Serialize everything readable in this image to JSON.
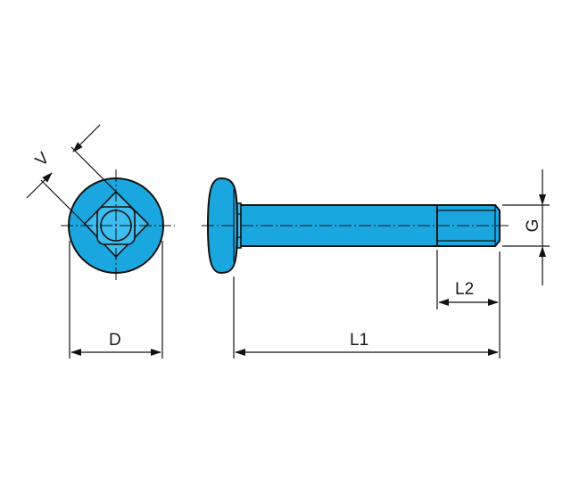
{
  "diagram": {
    "colors": {
      "part_fill": "#1aa7e0",
      "part_highlight": "#3cbdf0",
      "outline": "#111111",
      "background": "#ffffff"
    },
    "dimensions": {
      "d": "D",
      "l1": "L1",
      "l2": "L2",
      "g": "G",
      "v": "V"
    }
  }
}
